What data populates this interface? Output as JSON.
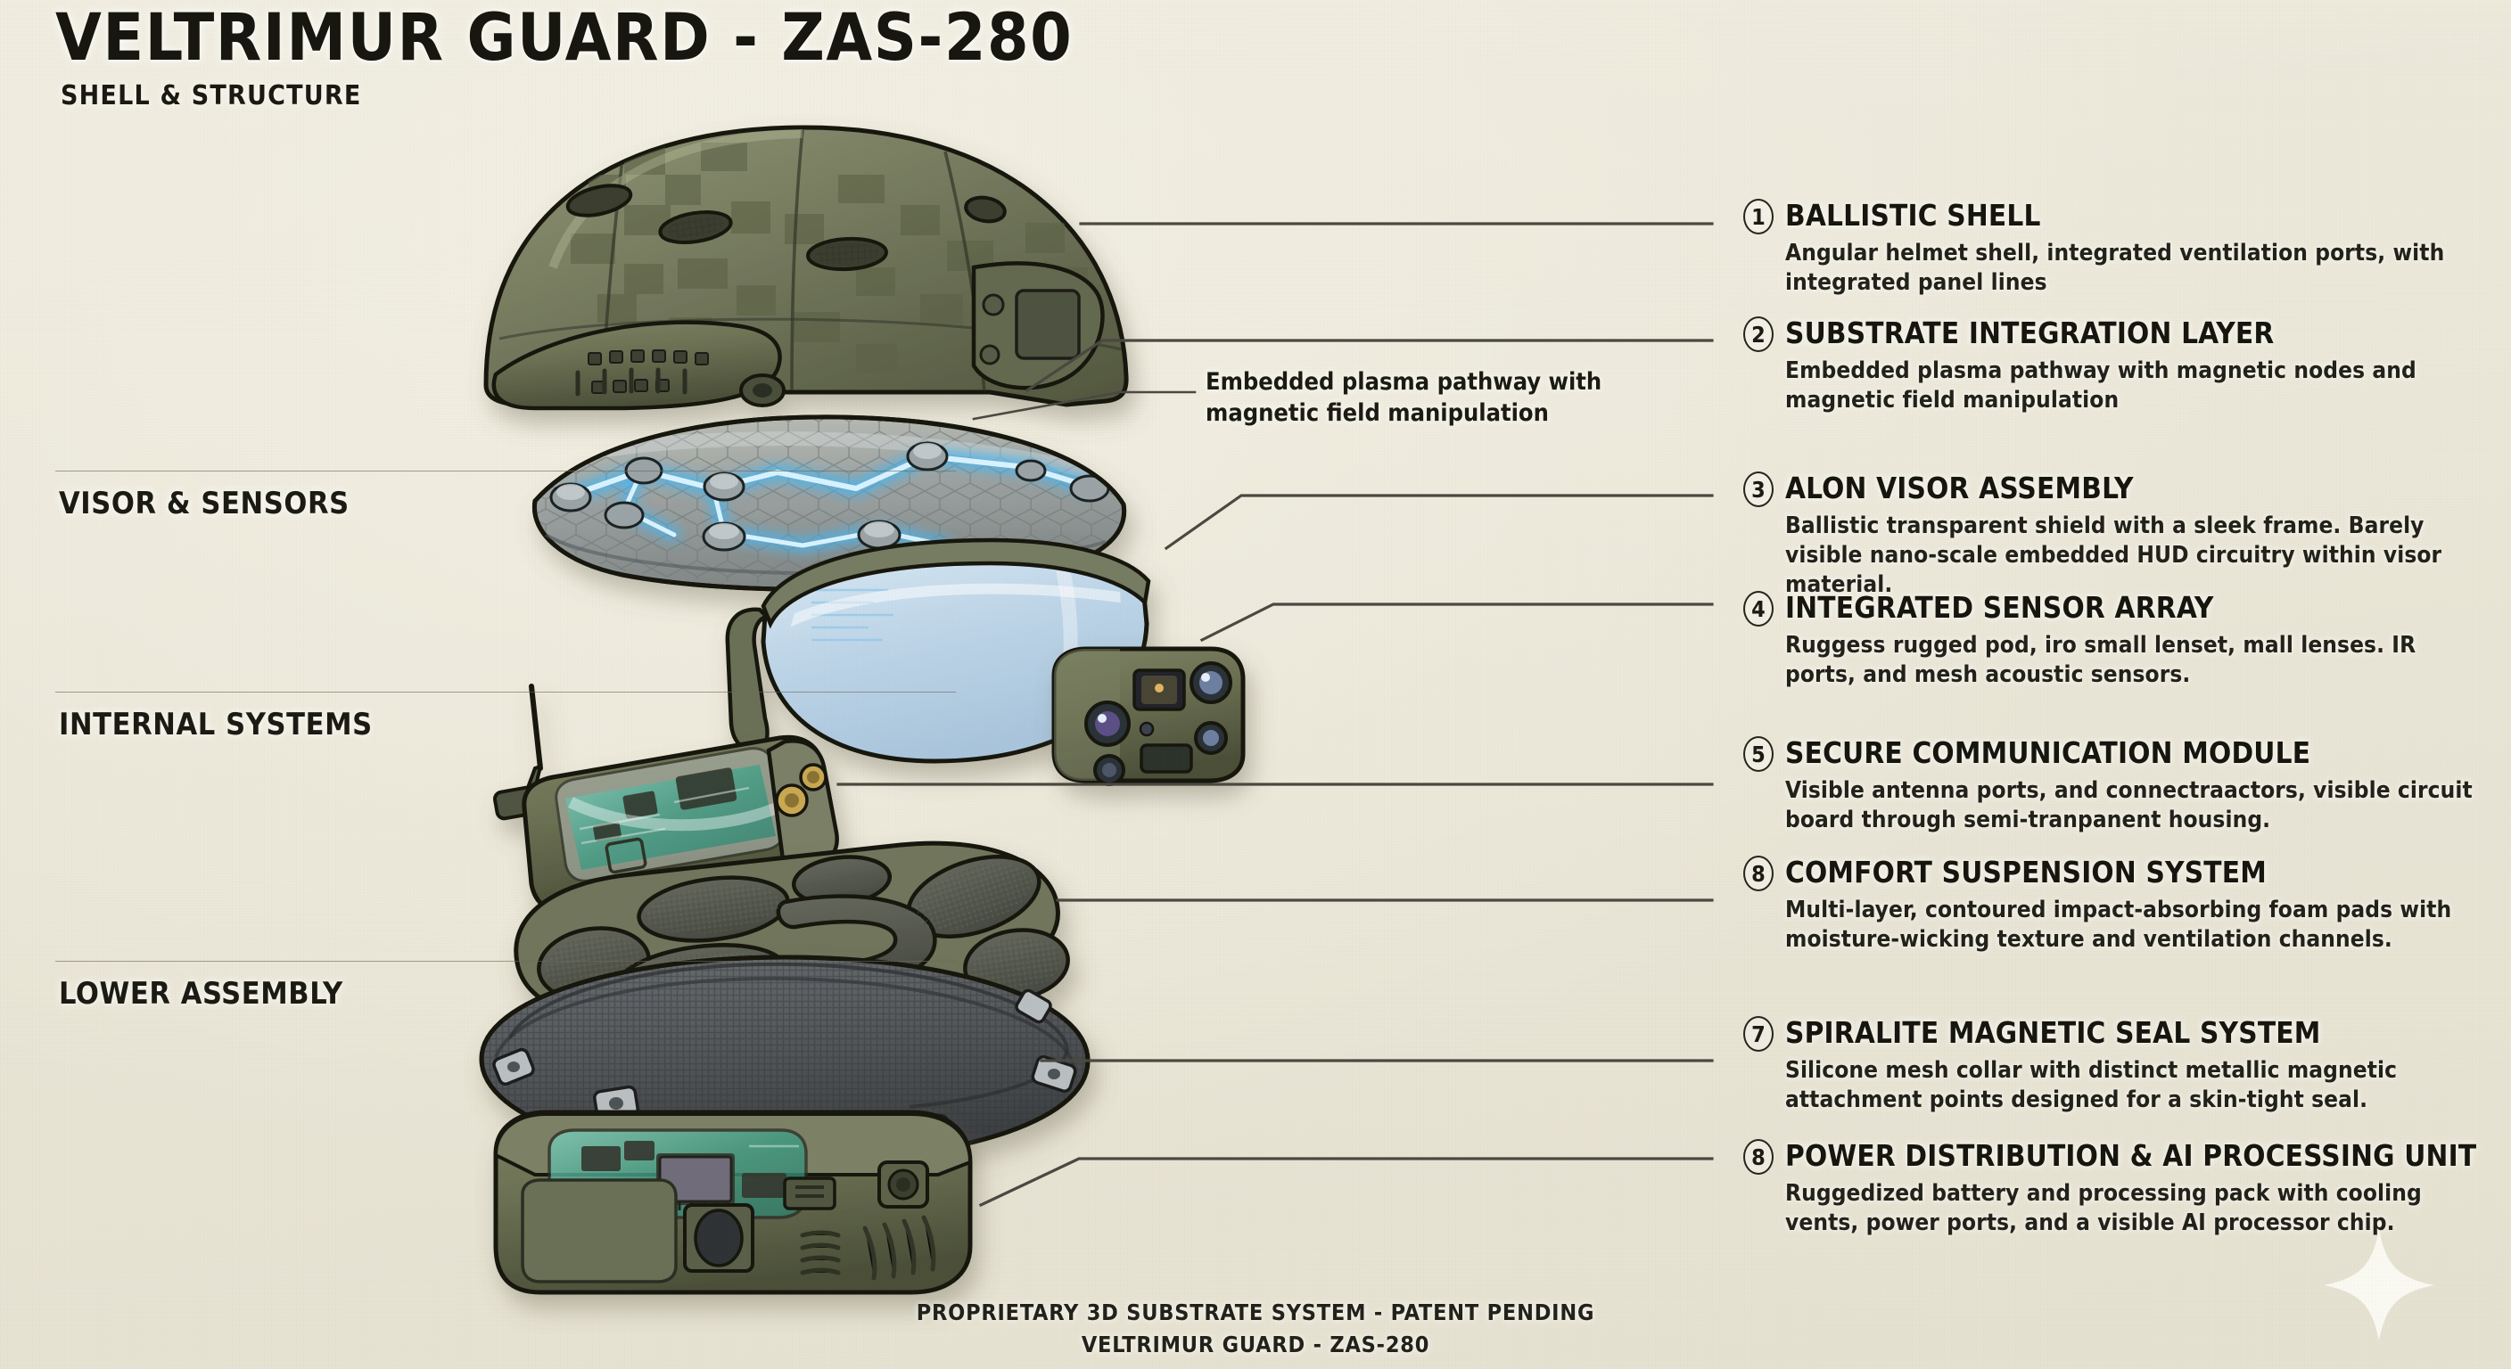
{
  "header": {
    "title": "VELTRIMUR GUARD - ZAS-280",
    "subtitle": "SHELL & STRUCTURE"
  },
  "sections": [
    {
      "label": "VISOR & SENSORS"
    },
    {
      "label": "INTERNAL SYSTEMS"
    },
    {
      "label": "LOWER ASSEMBLY"
    }
  ],
  "inline_note": "Embedded plasma pathway with magnetic field manipulation",
  "callouts": [
    {
      "number": "1",
      "title": "BALLISTIC SHELL",
      "body": "Angular helmet shell, integrated ventilation ports, with integrated panel lines"
    },
    {
      "number": "2",
      "title": "SUBSTRATE INTEGRATION LAYER",
      "body": "Embedded plasma pathway with magnetic nodes and magnetic field manipulation"
    },
    {
      "number": "3",
      "title": "ALON VISOR ASSEMBLY",
      "body": "Ballistic transparent shield with a sleek frame. Barely visible nano-scale embedded HUD circuitry within visor material."
    },
    {
      "number": "4",
      "title": "INTEGRATED SENSOR ARRAY",
      "body": "Ruggess rugged pod, iro small lenset, mall lenses. IR ports, and mesh acoustic sensors."
    },
    {
      "number": "5",
      "title": "SECURE COMMUNICATION MODULE",
      "body": "Visible antenna ports, and connectraactors, visible circuit board through semi-tranpanent housing."
    },
    {
      "number": "8",
      "title": "COMFORT SUSPENSION SYSTEM",
      "body": "Multi-layer, contoured impact-absorbing foam pads with moisture-wicking texture and ventilation channels."
    },
    {
      "number": "7",
      "title": "SPIRALITE MAGNETIC SEAL SYSTEM",
      "body": "Silicone mesh collar with distinct metallic magnetic attachment points designed for a skin-tight seal."
    },
    {
      "number": "8",
      "title": "POWER DISTRIBUTION & AI PROCESSING UNIT",
      "body": "Ruggedized battery and processing pack with cooling vents, power ports, and a visible AI processor chip."
    }
  ],
  "footer": {
    "line1": "PROPRIETARY 3D SUBSTRATE SYSTEM - PATENT PENDING",
    "line2": "VELTRIMUR GUARD - ZAS-280"
  },
  "colors": {
    "background": "#ebe8da",
    "ink": "#17160f",
    "olive": "#6e7355",
    "olive_dark": "#4a4e38",
    "olive_light": "#8b9070",
    "plasma": "#49b6f0",
    "visor": "#c3d9ea",
    "collar": "#56595c",
    "foam": "#585b52",
    "leader": "#4a4840"
  },
  "watermark": {
    "icon": "sparkle-icon"
  }
}
